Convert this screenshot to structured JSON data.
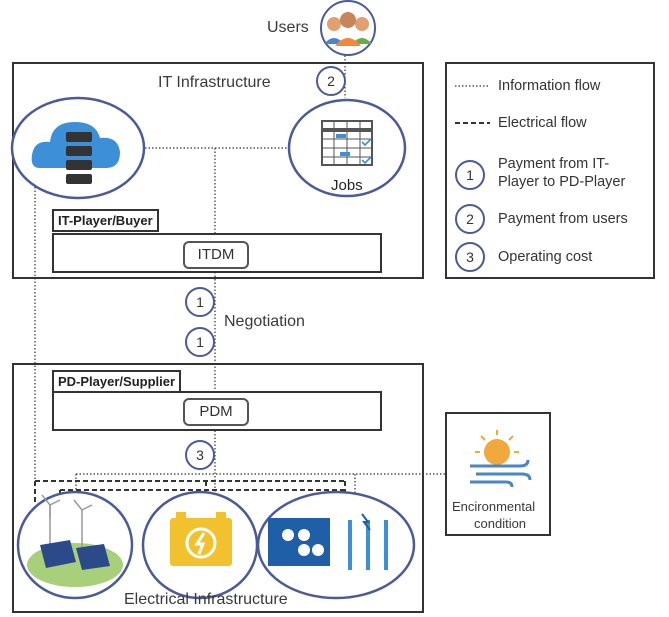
{
  "users_label": "Users",
  "it_infrastructure": {
    "title": "IT Infrastructure",
    "player_tag": "IT-Player/Buyer",
    "module": "ITDM",
    "jobs_label": "Jobs"
  },
  "negotiation_label": "Negotiation",
  "pd_infrastructure": {
    "player_tag": "PD-Player/Supplier",
    "module": "PDM"
  },
  "electrical_infrastructure": {
    "title": "Electrical Infrastructure"
  },
  "environment_label": "Encironmental condition",
  "env_line1": "Encironmental",
  "env_line2": "condition",
  "markers": {
    "one": "1",
    "two": "2",
    "three": "3"
  },
  "legend": {
    "information_flow": "Information flow",
    "electrical_flow": "Electrical flow",
    "payment_it_to_pd_line1": "Payment from IT-",
    "payment_it_to_pd_line2": "Player to PD-Player",
    "payment_users": "Payment from users",
    "operating_cost": "Operating cost"
  },
  "colors": {
    "circle_border": "#4a5a9a",
    "cloud_blue": "#3d8fd8",
    "battery_yellow": "#f2c12e",
    "storage_blue": "#1f5fa8",
    "sun_orange": "#f2a93b"
  }
}
